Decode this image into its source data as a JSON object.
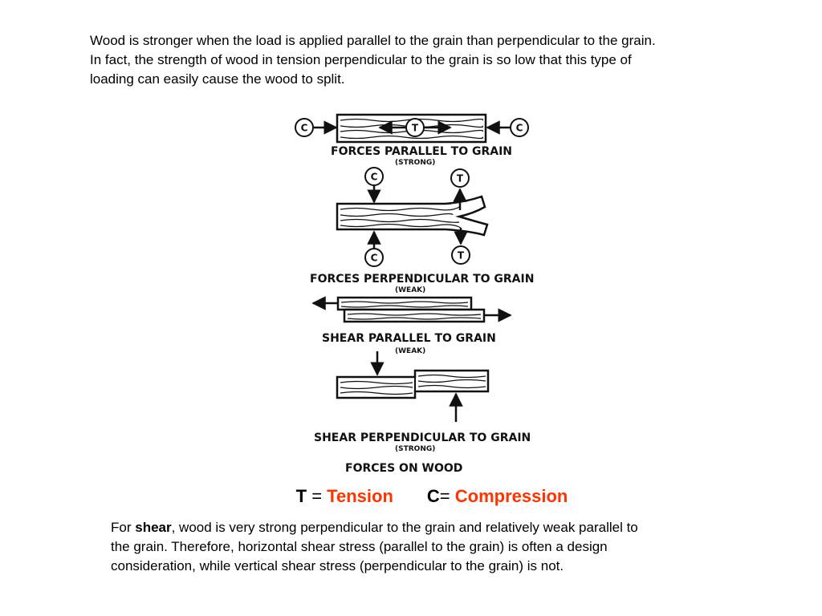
{
  "intro": {
    "line1": "Wood is stronger when the load is applied parallel to the grain than perpendicular to the grain.",
    "line2": "In fact, the strength of wood in tension perpendicular to the grain is so low that this type of",
    "line3": "loading can easily cause the wood to split."
  },
  "figure": {
    "parallel_caption": "FORCES PARALLEL TO GRAIN",
    "parallel_strength": "(STRONG)",
    "perpendicular_caption": "FORCES PERPENDICULAR TO GRAIN",
    "perpendicular_strength": "(WEAK)",
    "shear_parallel_caption": "SHEAR PARALLEL TO GRAIN",
    "shear_parallel_strength": "(WEAK)",
    "shear_perpendicular_caption": "SHEAR PERPENDICULAR TO GRAIN",
    "shear_perpendicular_strength": "(STRONG)",
    "title": "FORCES ON WOOD",
    "label_c": "C",
    "label_t": "T"
  },
  "legend": {
    "t_letter": "T",
    "t_eq": " = ",
    "t_word": "Tension",
    "c_letter": "C",
    "c_eq": "= ",
    "c_word": "Compression",
    "accent_color": "#ff3300"
  },
  "outro": {
    "prefix": "For ",
    "bold": "shear",
    "line1_rest": ", wood is very strong perpendicular to the grain and relatively weak parallel to",
    "line2": "the grain. Therefore, horizontal shear stress (parallel to the grain) is often a design",
    "line3": "consideration, while vertical shear stress (perpendicular to the grain) is not."
  }
}
